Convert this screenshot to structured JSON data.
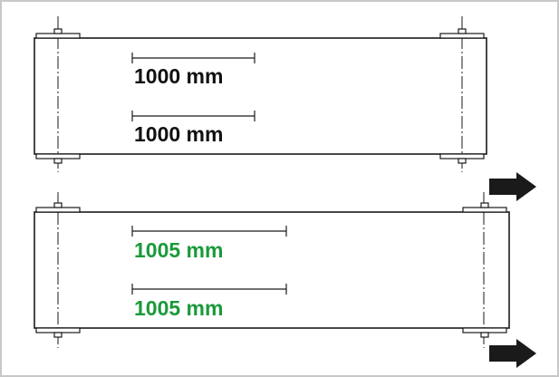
{
  "colors": {
    "text_dark": "#111111",
    "text_stretched": "#1a9a3a",
    "belt_line": "#1a1a1a",
    "frame_border": "#c8c8c8",
    "arrow_fill": "#1a1a1a"
  },
  "top_belt": {
    "label_upper": "1000 mm",
    "label_lower": "1000 mm"
  },
  "bottom_belt": {
    "label_upper": "1005 mm",
    "label_lower": "1005 mm"
  },
  "icons": {
    "tension_arrow_upper": "arrow-right-icon",
    "tension_arrow_lower": "arrow-right-icon"
  }
}
